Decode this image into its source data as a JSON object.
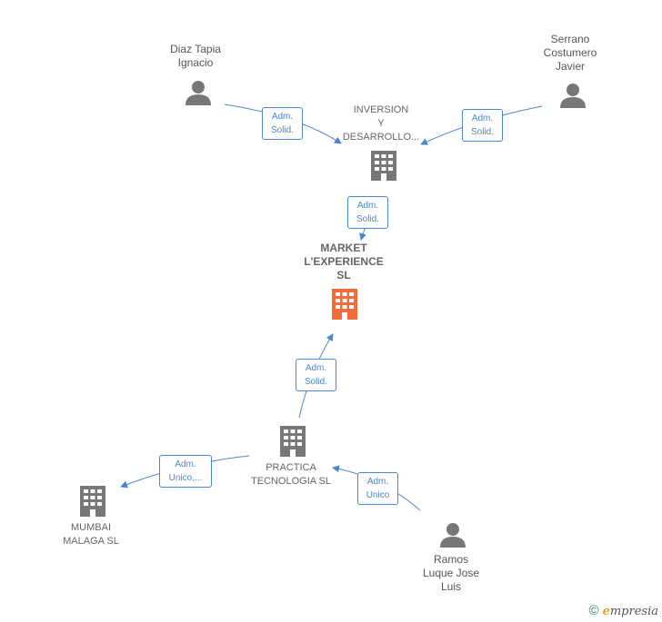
{
  "nodes": {
    "diaz": {
      "label_lines": [
        "Diaz Tapia",
        "Ignacio"
      ],
      "kind": "person"
    },
    "serrano": {
      "label_lines": [
        "Serrano",
        "Costumero",
        "Javier"
      ],
      "kind": "person"
    },
    "inversion": {
      "label_lines": [
        "INVERSION",
        "Y",
        "DESARROLLO..."
      ],
      "kind": "company"
    },
    "market": {
      "label_lines": [
        "MARKET",
        "L'EXPERIENCE",
        "SL"
      ],
      "kind": "main"
    },
    "practica": {
      "label_lines": [
        "PRACTICA",
        "TECNOLOGIA SL"
      ],
      "kind": "company"
    },
    "mumbai": {
      "label_lines": [
        "MUMBAI",
        "MALAGA SL"
      ],
      "kind": "company"
    },
    "ramos": {
      "label_lines": [
        "Ramos",
        "Luque Jose",
        "Luis"
      ],
      "kind": "person"
    }
  },
  "edges": [
    {
      "id": "diaz-inversion",
      "label_lines": [
        "Adm.",
        "Solid."
      ]
    },
    {
      "id": "serrano-inversion",
      "label_lines": [
        "Adm.",
        "Solid."
      ]
    },
    {
      "id": "inversion-market",
      "label_lines": [
        "Adm.",
        "Solid."
      ]
    },
    {
      "id": "practica-market",
      "label_lines": [
        "Adm.",
        "Solid."
      ]
    },
    {
      "id": "practica-mumbai",
      "label_lines": [
        "Adm.",
        "Unico,..."
      ]
    },
    {
      "id": "ramos-practica",
      "label_lines": [
        "Adm.",
        "Unico"
      ]
    }
  ],
  "colors": {
    "edge": "#4a86cf",
    "icon": "#777777",
    "main_icon": "#f26b3a"
  },
  "footer": {
    "copyright": "©",
    "brand_initial": "e",
    "brand_rest": "mpresia"
  }
}
